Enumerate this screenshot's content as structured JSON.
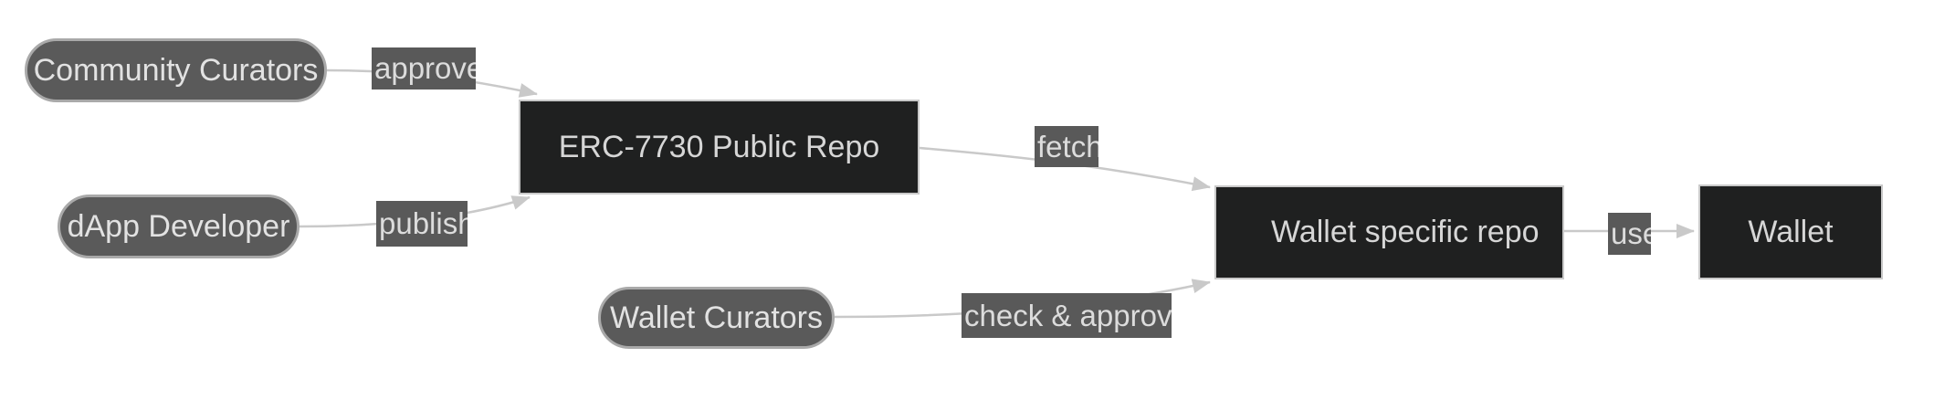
{
  "diagram": {
    "type": "flowchart",
    "direction": "left-to-right",
    "background_color": "#ffffff",
    "colors": {
      "actor_fill": "#5a5a5a",
      "actor_border": "#a9a9a9",
      "actor_text": "#e2e2e2",
      "repo_fill": "#1f2020",
      "repo_border": "#c9c9c9",
      "repo_text": "#d6d6d6",
      "edge_label_bg": "#595959",
      "edge_label_text": "#dcdcdc",
      "edge_line": "#c9c9c9"
    },
    "nodes": [
      {
        "id": "community-curators",
        "label": "Community Curators",
        "shape": "stadium"
      },
      {
        "id": "dapp-developer",
        "label": "dApp Developer",
        "shape": "stadium"
      },
      {
        "id": "wallet-curators",
        "label": "Wallet Curators",
        "shape": "stadium"
      },
      {
        "id": "erc7730-public-repo",
        "label": "ERC-7730 Public Repo",
        "shape": "rectangle"
      },
      {
        "id": "wallet-specific-repo",
        "label": "Wallet specific repo",
        "shape": "rectangle"
      },
      {
        "id": "wallet",
        "label": "Wallet",
        "shape": "rectangle"
      }
    ],
    "edges": [
      {
        "from": "community-curators",
        "to": "erc7730-public-repo",
        "label": "approve"
      },
      {
        "from": "dapp-developer",
        "to": "erc7730-public-repo",
        "label": "publish"
      },
      {
        "from": "erc7730-public-repo",
        "to": "wallet-specific-repo",
        "label": "fetch"
      },
      {
        "from": "wallet-curators",
        "to": "wallet-specific-repo",
        "label": "check & approve"
      },
      {
        "from": "wallet-specific-repo",
        "to": "wallet",
        "label": "use"
      }
    ]
  }
}
